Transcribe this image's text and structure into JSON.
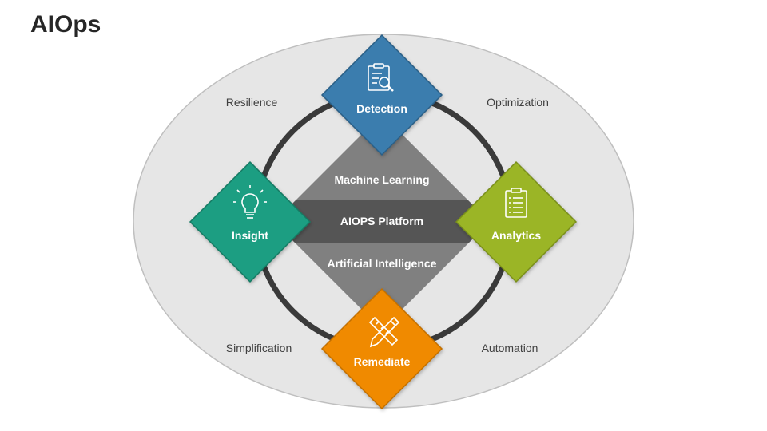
{
  "title": "AIOps",
  "center": {
    "top": "Machine Learning",
    "middle": "AIOPS Platform",
    "bottom": "Artificial Intelligence"
  },
  "nodes": {
    "detection": {
      "label": "Detection",
      "color": "#3A7DAE",
      "icon": "clipboard-search-icon"
    },
    "insight": {
      "label": "Insight",
      "color": "#1F9E82",
      "icon": "lightbulb-icon"
    },
    "analytics": {
      "label": "Analytics",
      "color": "#9BB526",
      "icon": "clipboard-list-icon"
    },
    "remediate": {
      "label": "Remediate",
      "color": "#F08A00",
      "icon": "pencil-ruler-icon"
    }
  },
  "corners": {
    "top_left": "Resilience",
    "top_right": "Optimization",
    "bottom_left": "Simplification",
    "bottom_right": "Automation"
  },
  "colors": {
    "ellipse_fill": "#E6E6E6",
    "ring": "#3A3A3A",
    "center_diamond": "#7F7F7F",
    "center_band": "#555555"
  }
}
